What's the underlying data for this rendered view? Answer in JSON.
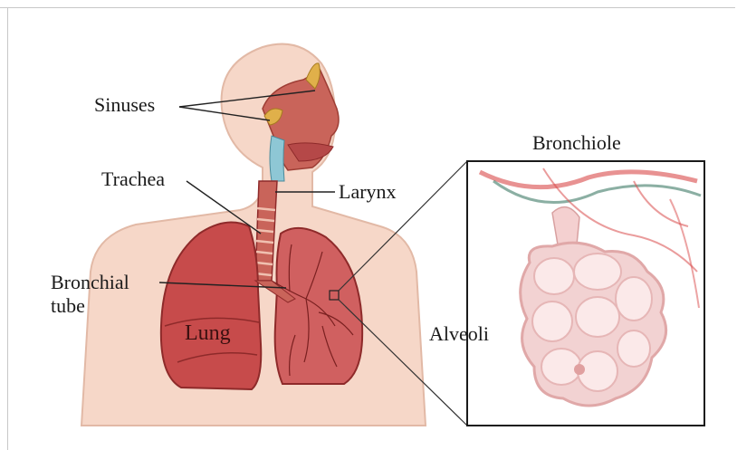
{
  "labels": {
    "sinuses": "Sinuses",
    "trachea": "Trachea",
    "larynx": "Larynx",
    "bronchial_line1": "Bronchial",
    "bronchial_line2": "tube",
    "lung": "Lung",
    "bronchiole": "Bronchiole",
    "alveoli": "Alveoli"
  },
  "colors": {
    "skin": "#f6d7c8",
    "skin_outline": "#e2b9a6",
    "lung": "#c74b4b",
    "lung_dark": "#8e2a2a",
    "airway": "#c9645a",
    "alveoli_pink": "#f0c4c4",
    "vessel_red": "#d94a4a",
    "vessel_green": "#3e7a65"
  }
}
